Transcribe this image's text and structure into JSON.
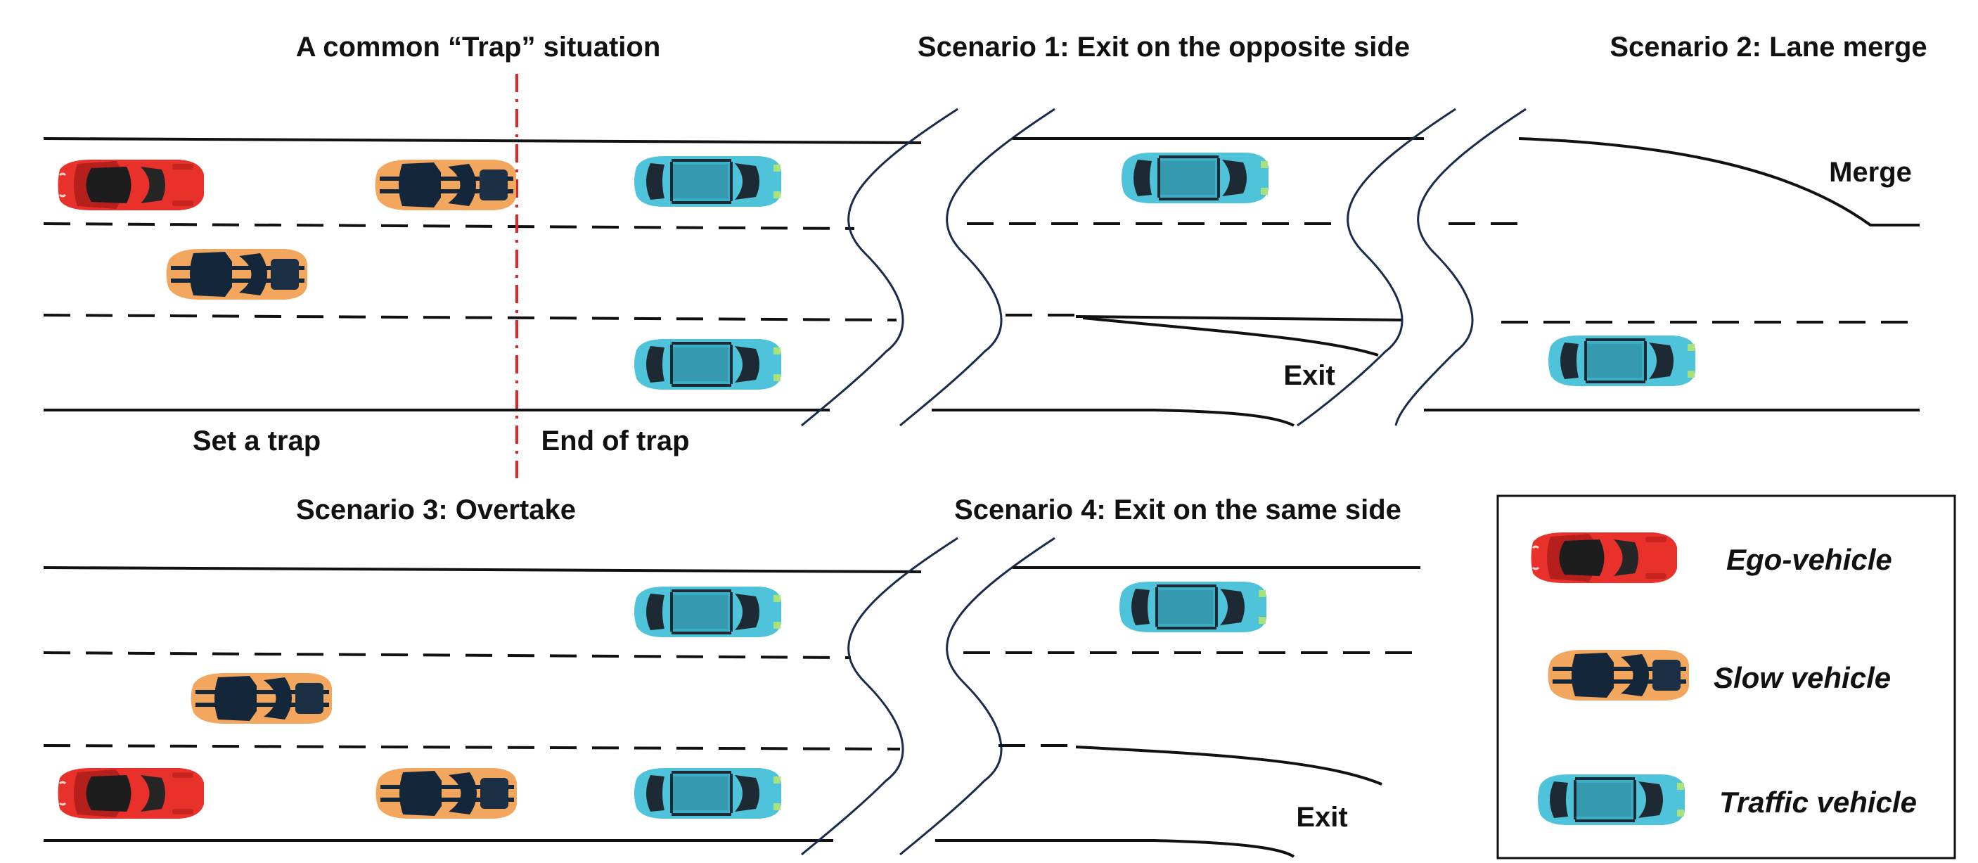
{
  "titles": {
    "trap": "A common “Trap” situation",
    "s1": "Scenario 1: Exit on the opposite side",
    "s2": "Scenario 2: Lane merge",
    "s3": "Scenario 3: Overtake",
    "s4": "Scenario 4: Exit on the same side"
  },
  "labels": {
    "set_trap": "Set a trap",
    "end_trap": "End of trap",
    "exit1": "Exit",
    "exit4": "Exit",
    "merge": "Merge"
  },
  "legend": {
    "ego": "Ego-vehicle",
    "slow": "Slow vehicle",
    "traffic": "Traffic vehicle"
  },
  "colors": {
    "ego": "#e8312b",
    "slow": "#f3a65d",
    "traffic": "#4fc3d9",
    "trap_line": "#e0242a"
  }
}
